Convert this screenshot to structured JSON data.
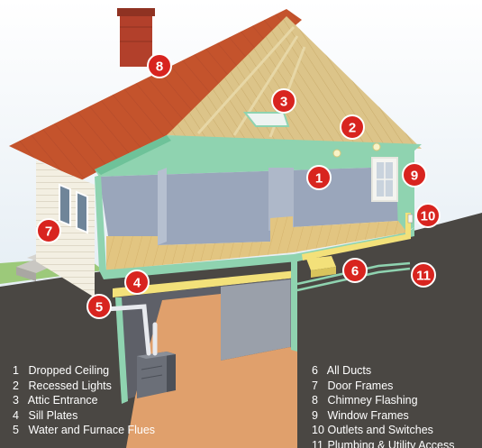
{
  "colors": {
    "ground": "#4a4743",
    "sky_top": "#ffffff",
    "sky_bottom": "#d7e4ee",
    "roof": "#c4532c",
    "siding": "#f3efe2",
    "gable_wood": "#dcc489",
    "frame_green": "#8fd3b0",
    "wall_blue": "#9aa6bb",
    "floor_wood": "#e2c581",
    "basement_floor": "#e0a06c",
    "badge_red": "#d8241f",
    "duct_yellow": "#f3e17a",
    "chimney": "#b2402b",
    "legend_text": "#ffffff"
  },
  "badges": [
    {
      "num": "1",
      "label": "Dropped Ceiling"
    },
    {
      "num": "2",
      "label": "Recessed Lights"
    },
    {
      "num": "3",
      "label": "Attic Entrance"
    },
    {
      "num": "4",
      "label": "Sill Plates"
    },
    {
      "num": "5",
      "label": "Water and Furnace Flues"
    },
    {
      "num": "6",
      "label": "All Ducts"
    },
    {
      "num": "7",
      "label": "Door Frames"
    },
    {
      "num": "8",
      "label": "Chimney Flashing"
    },
    {
      "num": "9",
      "label": "Window Frames"
    },
    {
      "num": "10",
      "label": "Outlets and Switches"
    },
    {
      "num": "11",
      "label": "Plumbing & Utility Access"
    }
  ]
}
